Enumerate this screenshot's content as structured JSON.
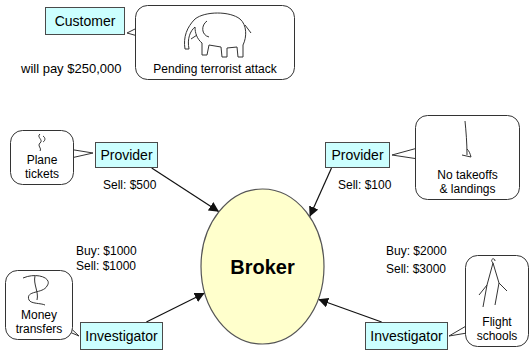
{
  "diagram": {
    "nodes": [
      {
        "text": [
          "Customer"
        ]
      },
      {
        "text": [
          "Pending terrorist attack"
        ]
      },
      {
        "text": [
          "Plane tickets"
        ]
      },
      {
        "text": [
          "Provider"
        ]
      },
      {
        "text": [
          "Provider"
        ]
      },
      {
        "text": [
          "No takeoffs & landings"
        ]
      },
      {
        "text": [
          "Broker"
        ]
      },
      {
        "text": [
          "Money transfers"
        ]
      },
      {
        "text": [
          "Investigator"
        ]
      },
      {
        "text": [
          "Investigator"
        ]
      },
      {
        "text": [
          "Flight schools"
        ]
      }
    ],
    "edges": [
      {
        "from": 3,
        "to": 6,
        "arrow": "to"
      },
      {
        "from": 4,
        "to": 6,
        "arrow": "to"
      },
      {
        "from": 8,
        "to": 6,
        "arrow": "to"
      },
      {
        "from": 9,
        "to": 6,
        "arrow": "to"
      }
    ],
    "labels": [
      "will pay $250,000",
      "Sell: $500",
      "Sell: $100",
      "Buy: $1000",
      "Sell: $1000",
      "Buy: $2000",
      "Sell: $3000"
    ]
  }
}
